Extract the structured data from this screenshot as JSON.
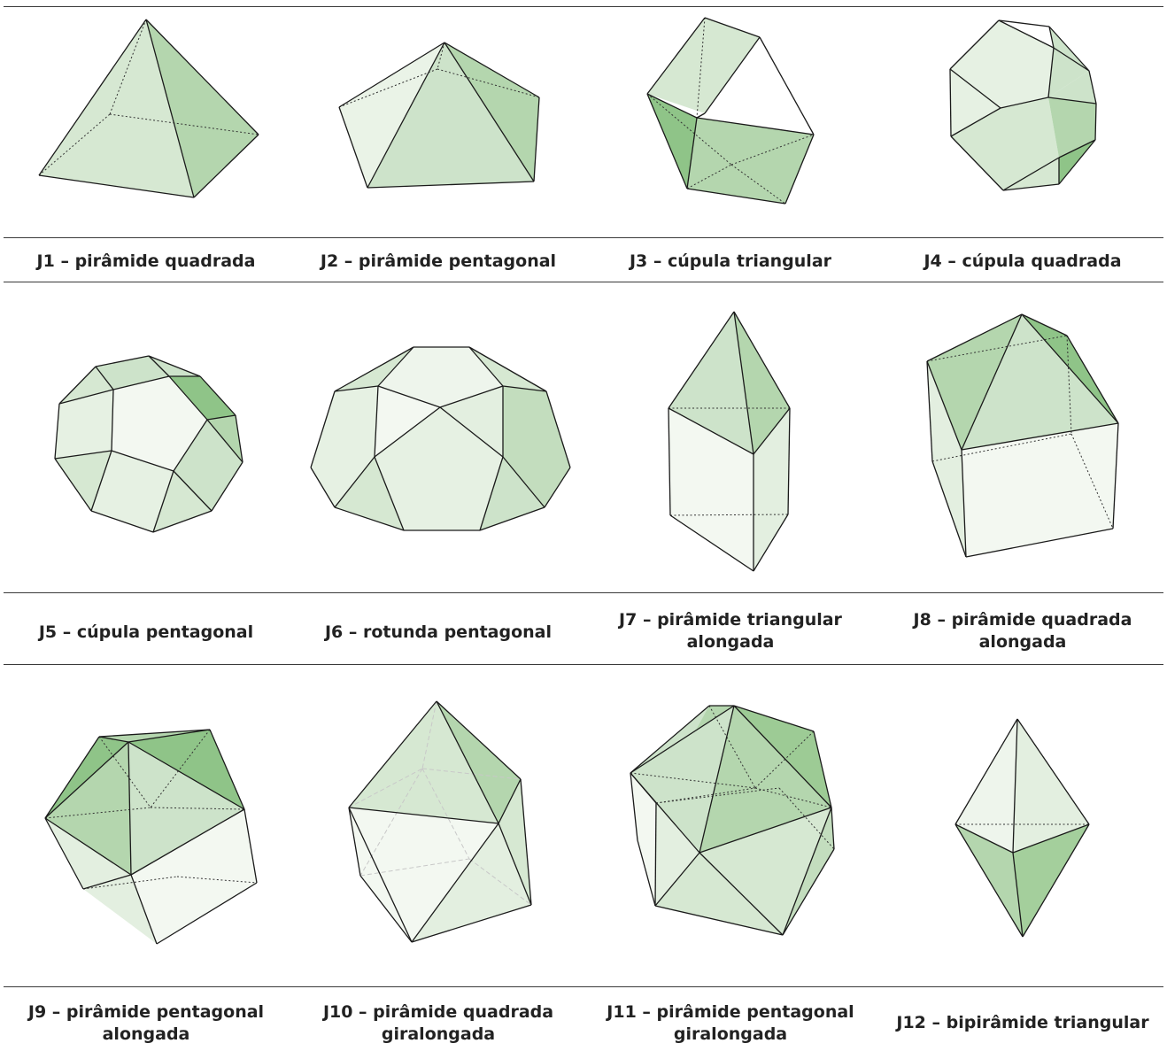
{
  "colors": {
    "face_lightest": "#f3f8f1",
    "face_light": "#e3efe0",
    "face_mid": "#cde3ca",
    "face_strong": "#b4d6ae",
    "face_dark": "#8fc488",
    "edge": "#1a1a1a",
    "rule": "#3a3a3a"
  },
  "rows": [
    {
      "solids": [
        {
          "id": "J1",
          "caption": [
            "J1 – pirâmide quadrada"
          ]
        },
        {
          "id": "J2",
          "caption": [
            "J2 – pirâmide pentagonal"
          ]
        },
        {
          "id": "J3",
          "caption": [
            "J3 – cúpula triangular"
          ]
        },
        {
          "id": "J4",
          "caption": [
            "J4 – cúpula quadrada"
          ]
        }
      ]
    },
    {
      "solids": [
        {
          "id": "J5",
          "caption": [
            "J5 – cúpula pentagonal"
          ]
        },
        {
          "id": "J6",
          "caption": [
            "J6 – rotunda pentagonal"
          ]
        },
        {
          "id": "J7",
          "caption": [
            "J7 – pirâmide triangular",
            "alongada"
          ]
        },
        {
          "id": "J8",
          "caption": [
            "J8 – pirâmide quadrada",
            "alongada"
          ]
        }
      ]
    },
    {
      "solids": [
        {
          "id": "J9",
          "caption": [
            "J9 – pirâmide pentagonal",
            "alongada"
          ]
        },
        {
          "id": "J10",
          "caption": [
            "J10 – pirâmide quadrada",
            "giralongada"
          ]
        },
        {
          "id": "J11",
          "caption": [
            "J11 – pirâmide pentagonal",
            "giralongada"
          ]
        },
        {
          "id": "J12",
          "caption": [
            "J12 – bipirâmide triangular"
          ]
        }
      ]
    }
  ]
}
